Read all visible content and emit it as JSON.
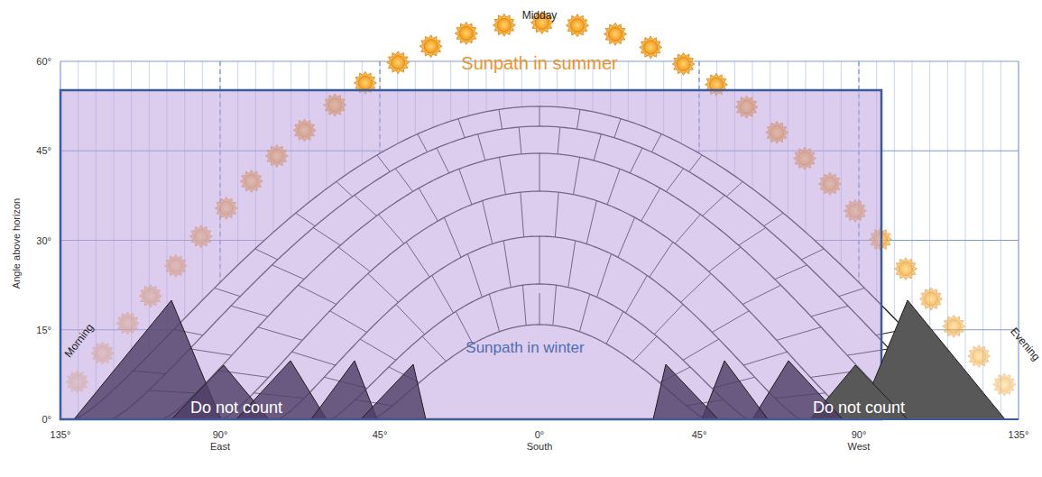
{
  "diagram": {
    "labels": [
      "Midday",
      "Sunpath in summer",
      "Morning",
      "Evening",
      "Sunpath in winter",
      "Do not count",
      "Do not count",
      "60°",
      "45°",
      "30°",
      "15°",
      "0°",
      "Angle above horizon",
      "135°",
      "90°",
      "45°",
      "0°",
      "45°",
      "90°",
      "135°",
      "East",
      "South",
      "West"
    ]
  }
}
